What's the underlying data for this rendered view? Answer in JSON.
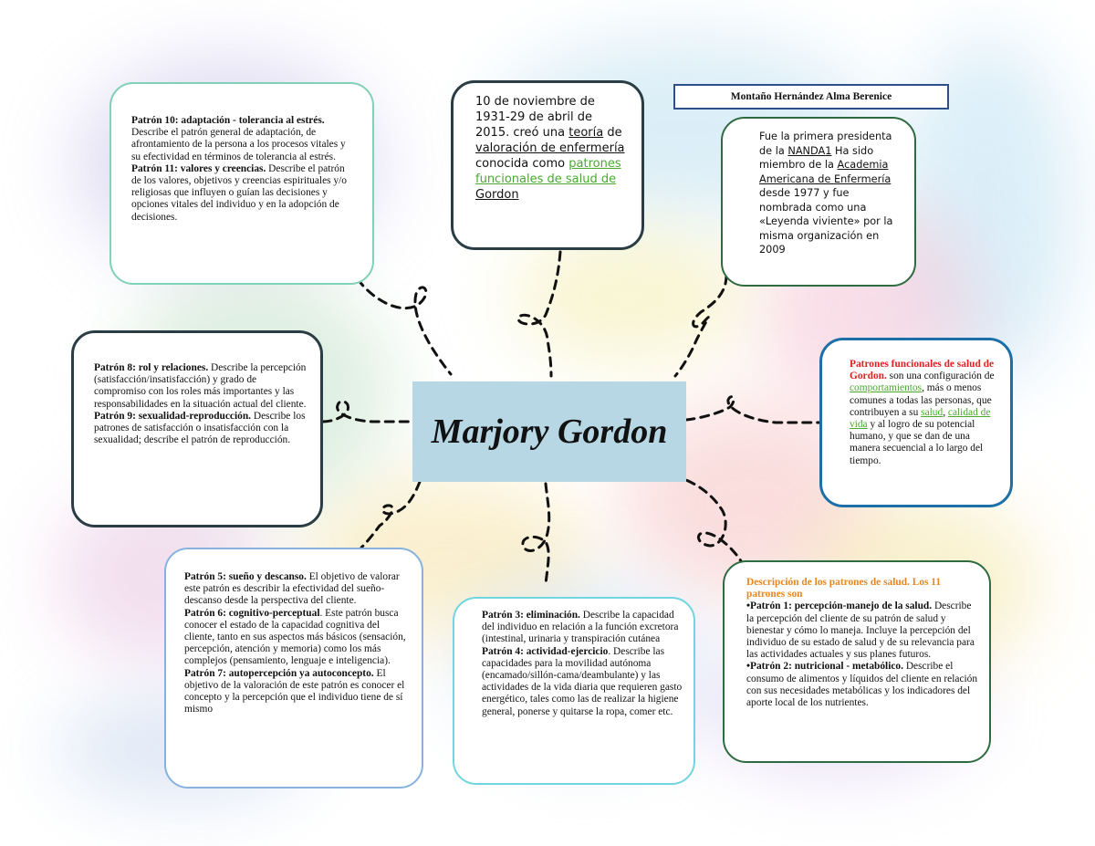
{
  "center": {
    "title": "Marjory Gordon"
  },
  "author": "Montaño Hernández Alma Berenice",
  "colors": {
    "center_fill": "#b7d7e4",
    "link_green": "#4aa82e",
    "heading_red": "#e41f1f",
    "heading_orange": "#e8861f",
    "border_teal": "#7fd2b7",
    "border_dark": "#2a3d44",
    "border_green": "#2f6b40",
    "border_blue": "#1d6fa8",
    "border_light_blue": "#86b3de",
    "border_cyan": "#6fd5de",
    "border_navy": "#2f4f8a"
  },
  "boxes": {
    "p10": {
      "title1": "Patrón 10: adaptación - tolerancia al estrés.",
      "text1": " Describe el patrón general de adaptación, de afrontamiento de la persona a los procesos vitales y su efectividad en términos de tolerancia al estrés.",
      "title2": "Patrón 11: valores y creencias.",
      "text2": " Describe el patrón de los valores, objetivos y creencias espirituales y/o religiosas que influyen o guían las decisiones y opciones vitales del individuo y en la adopción de decisiones."
    },
    "bio": {
      "t1": "10 de noviembre de 1931-29 de abril de 2015. creó una ",
      "l1": "teoría",
      "t2": " de ",
      "l2": "valoración de enfermería",
      "t3": " conocida como ",
      "l3": "patrones funcionales de salud de",
      "t4": " ",
      "l4": "Gordon"
    },
    "nanda": {
      "t1": "Fue la primera presidenta de la ",
      "l1": "NANDA",
      "sup": "1",
      "t2": " Ha sido miembro de la ",
      "l2": "Academia Americana de Enfermería",
      "t3": " desde 1977 y fue nombrada como una «Leyenda viviente» por la misma organización en 2009"
    },
    "p8": {
      "title1": "Patrón 8: rol y relaciones.",
      "text1": " Describe la percepción (satisfacción/insatisfacción) y grado de compromiso con los roles más importantes y las responsabilidades en la situación actual del cliente.",
      "title2": "Patrón 9: sexualidad-reproducción.",
      "text2": " Describe los patrones de satisfacción o insatisfacción con la sexualidad; describe el patrón de reproducción."
    },
    "def": {
      "title": "Patrones funcionales de salud de Gordon.",
      "t1": " son una configuración de ",
      "l1": "comportamientos",
      "t2": ", más o menos comunes a todas las personas, que contribuyen a su ",
      "l2": "salud",
      "t3": ", ",
      "l3": "calidad de vida",
      "t4": " y al logro de su potencial humano, y que se dan de una manera secuencial a lo largo del tiempo."
    },
    "p5": {
      "title1": "Patrón 5: sueño y descanso.",
      "text1": " El objetivo de valorar este patrón es describir la efectividad del sueño-descanso desde la perspectiva del cliente.",
      "title2": "Patrón 6: cognitivo-perceptual",
      "text2": ". Este patrón busca conocer el estado de la capacidad cognitiva del cliente, tanto en sus aspectos más básicos (sensación, percepción, atención y memoria) como los más complejos (pensamiento, lenguaje e inteligencia).",
      "title3": "Patrón 7: autopercepción ya autoconcepto.",
      "text3": "  El objetivo de la valoración de este patrón es conocer el concepto y la percepción que el individuo tiene de sí mismo"
    },
    "p3": {
      "title1": "Patrón 3: eliminación.",
      "text1": " Describe la capacidad del individuo en relación a la función excretora (intestinal, urinaria y transpiración cutánea",
      "title2": "Patrón 4: actividad-ejercicio",
      "text2": ". Describe las capacidades para la movilidad autónoma (encamado/sillón-cama/deambulante) y las actividades de la vida diaria que requieren gasto energético, tales como las de realizar la higiene general, ponerse y quitarse la ropa, comer etc."
    },
    "desc": {
      "heading": "Descripción de los patrones de salud. Los 11 patrones son",
      "title1": "•Patrón 1: percepción-manejo de la salud.",
      "text1": " Describe la percepción del cliente de su patrón de salud y bienestar y cómo lo maneja. Incluye la percepción del individuo de su estado de salud y de su relevancia para las actividades actuales y sus planes futuros.",
      "title2": "•Patrón 2: nutricional - metabólico.",
      "text2": " Describe el consumo de alimentos y líquidos del cliente en relación con sus necesidades metabólicas y los indicadores del aporte local de los nutrientes."
    }
  }
}
